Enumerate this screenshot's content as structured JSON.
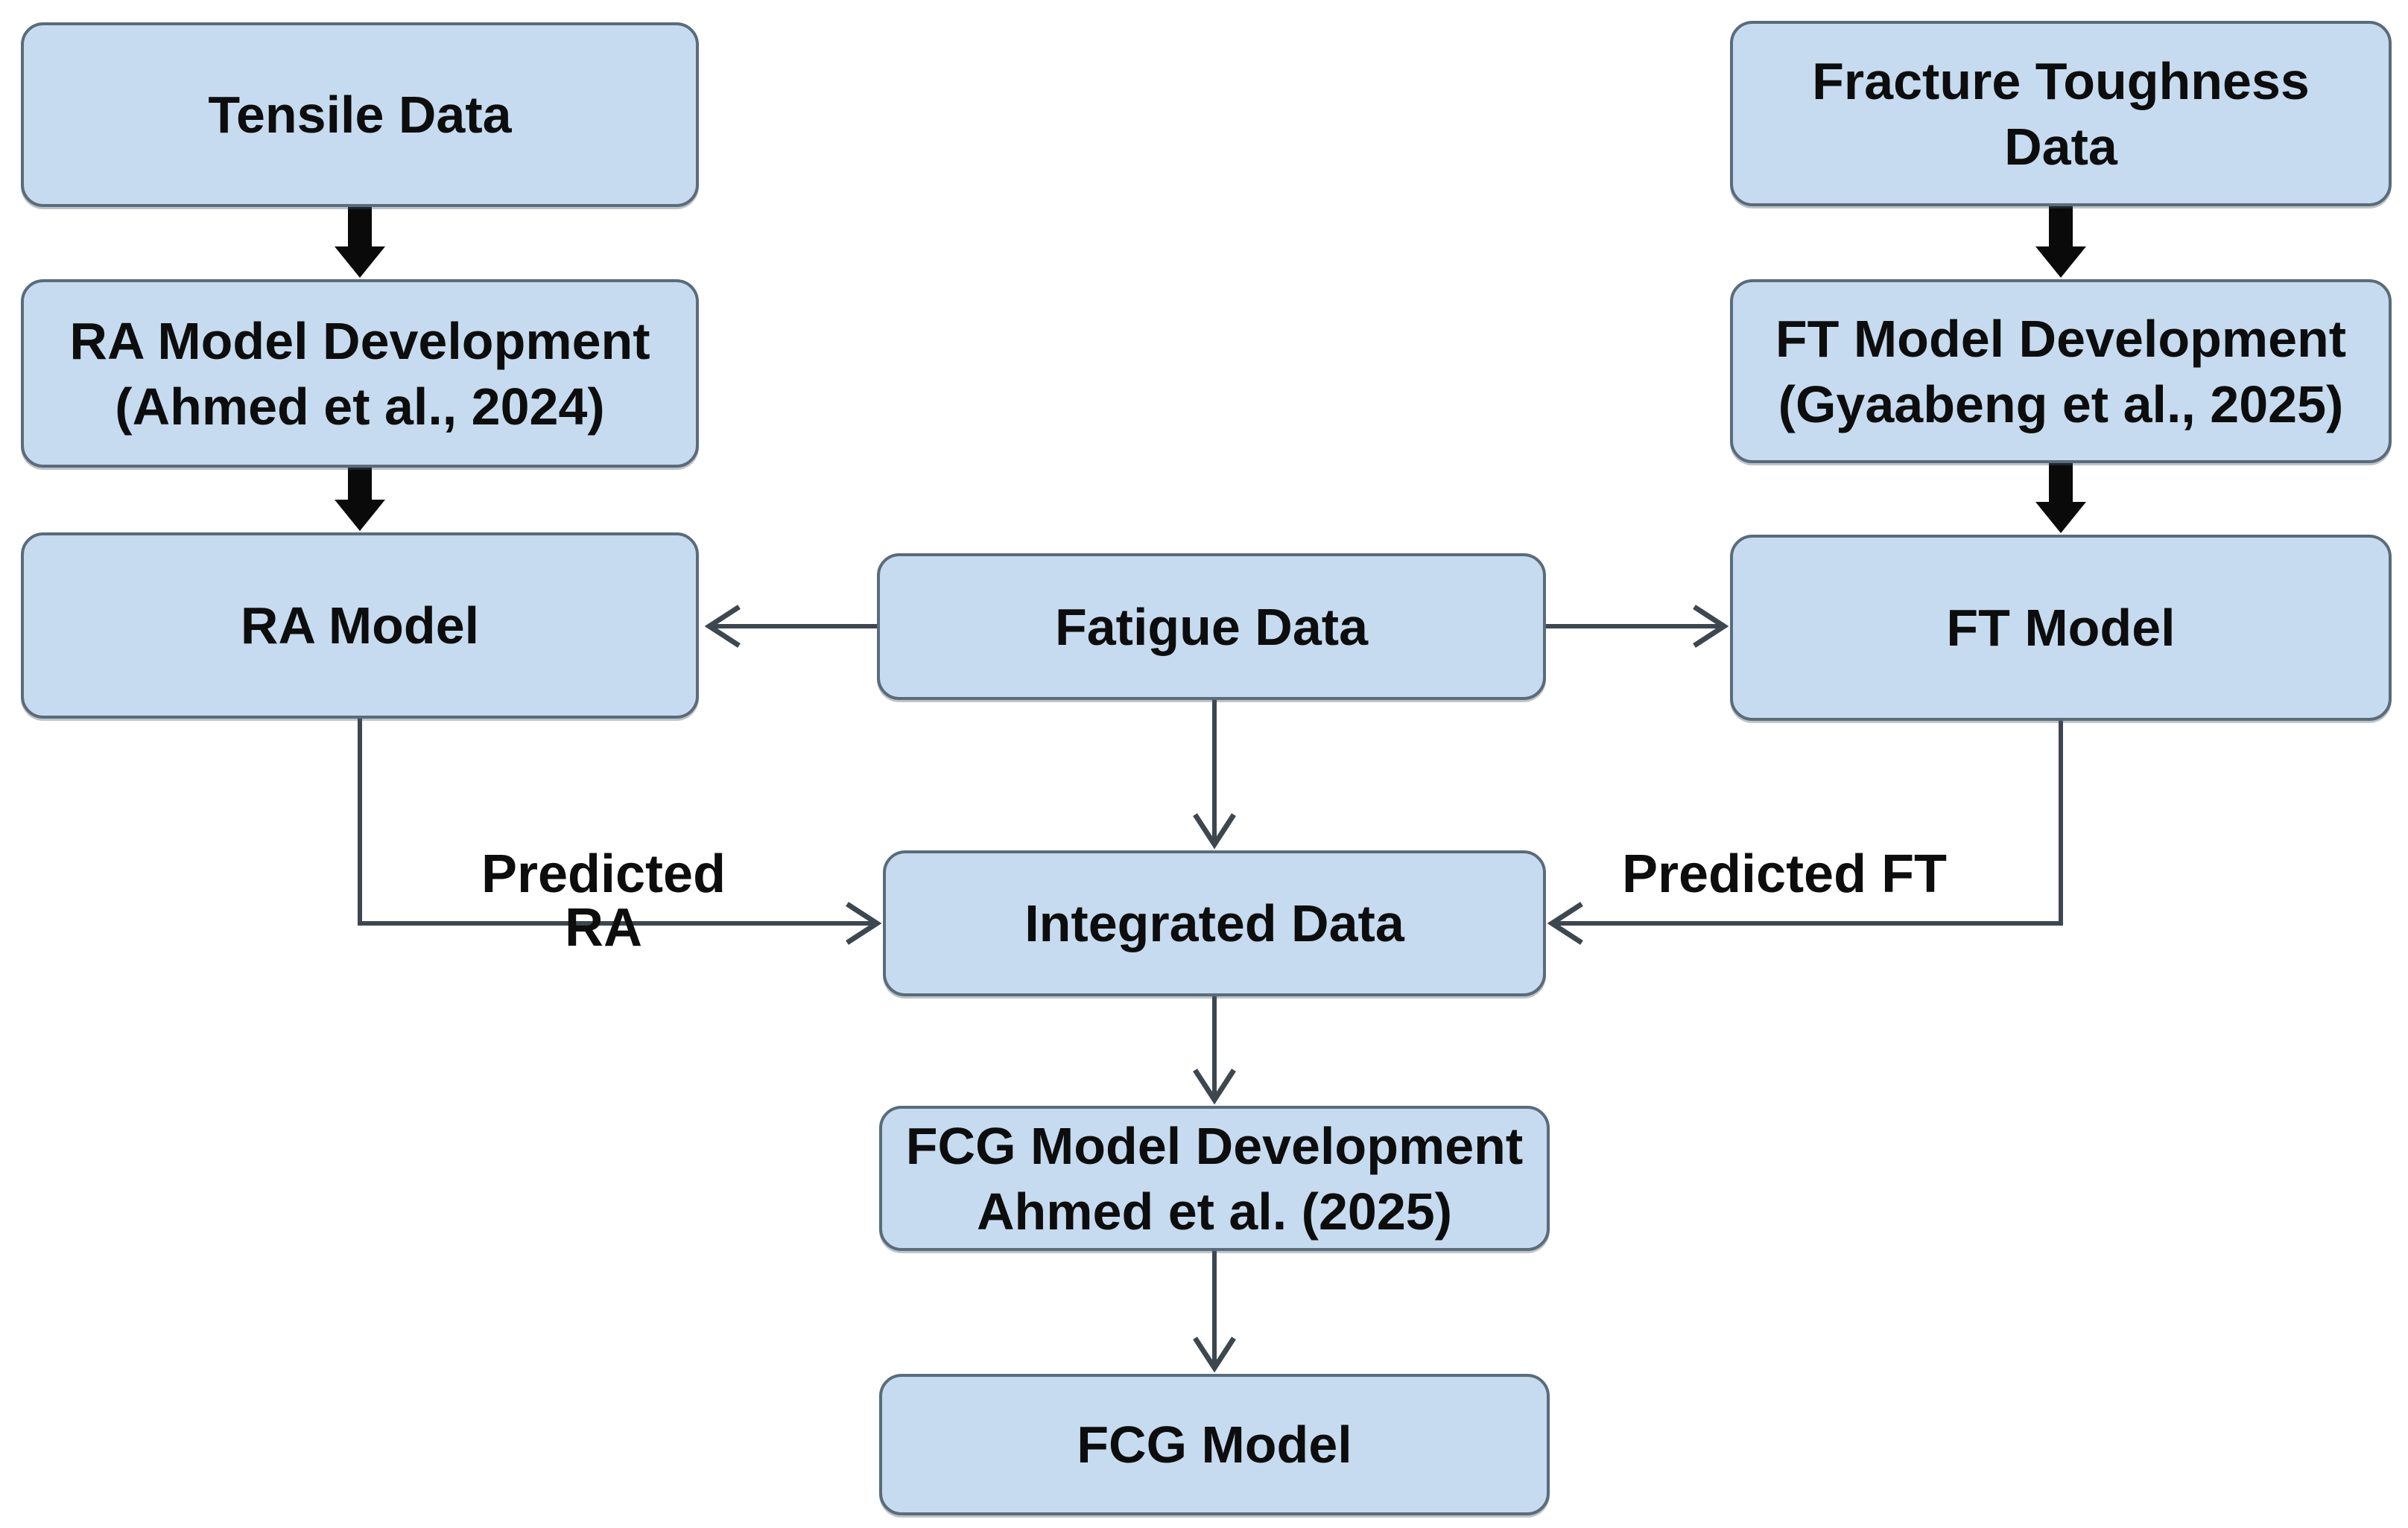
{
  "colors": {
    "background": "#ffffff",
    "box-fill": "#c6dbef",
    "box-border": "#5a6b7a",
    "connector": "#3d4750",
    "thick-arrow": "#0a0a0a",
    "text": "#0d0d0d"
  },
  "boxes": {
    "tensile_data": {
      "label": "Tensile Data"
    },
    "ra_model_development": {
      "line1": "RA Model Development",
      "line2": "(Ahmed et al., 2024)"
    },
    "ra_model": {
      "label": "RA Model"
    },
    "fracture_toughness_data": {
      "line1": "Fracture Toughness",
      "line2": "Data"
    },
    "ft_model_development": {
      "line1": "FT Model Development",
      "line2": "(Gyaabeng et al., 2025)"
    },
    "ft_model": {
      "label": "FT Model"
    },
    "fatigue_data": {
      "label": "Fatigue Data"
    },
    "integrated_data": {
      "label": "Integrated Data"
    },
    "fcg_model_development": {
      "line1": "FCG Model Development",
      "line2": "Ahmed et al. (2025)"
    },
    "fcg_model": {
      "label": "FCG Model"
    }
  },
  "edge_labels": {
    "predicted_ra": "Predicted RA",
    "predicted_ft": "Predicted FT"
  }
}
